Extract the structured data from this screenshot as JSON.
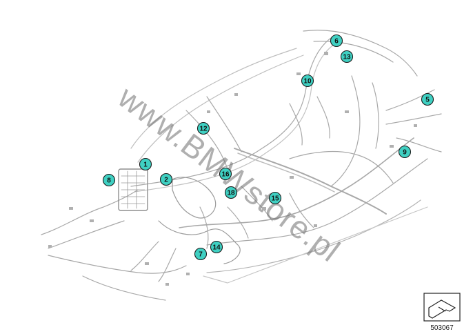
{
  "watermark": "www.BMWstore.pl",
  "reference_number": "503067",
  "colors": {
    "callout_fill": "#3fd0c2",
    "callout_stroke": "#1a1a1a",
    "wire": "#a8a8a8",
    "wire_dark": "#8e8e8e"
  },
  "callouts": [
    {
      "label": "1"
    },
    {
      "label": "2"
    },
    {
      "label": "5"
    },
    {
      "label": "6"
    },
    {
      "label": "7"
    },
    {
      "label": "8"
    },
    {
      "label": "9"
    },
    {
      "label": "10"
    },
    {
      "label": "12"
    },
    {
      "label": "13"
    },
    {
      "label": "14"
    },
    {
      "label": "15"
    },
    {
      "label": "16"
    },
    {
      "label": "18"
    }
  ],
  "icons": {
    "reference_box": "arrow-symbol-icon"
  }
}
